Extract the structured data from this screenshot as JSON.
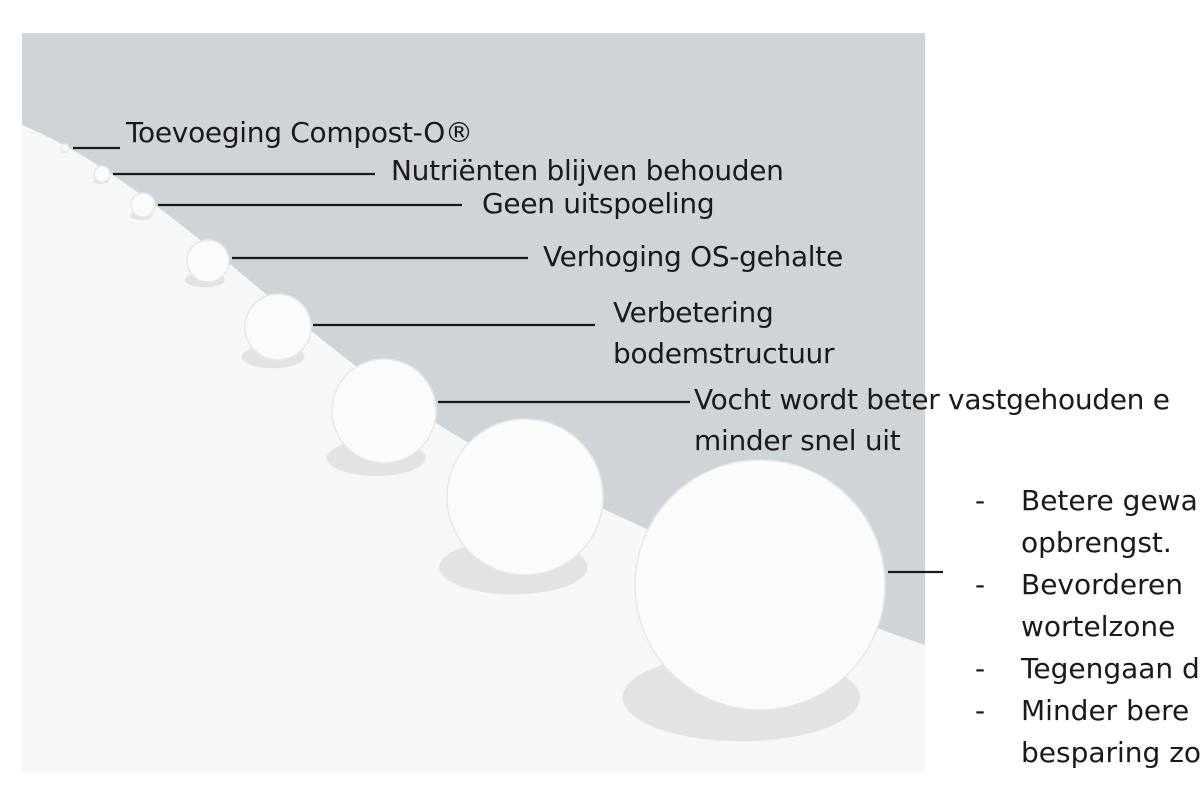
{
  "colors": {
    "sky": "#cfd4d8",
    "slope": "#f7f7f5",
    "ball": "#fbfbfa",
    "ball_shadow": "#e2e4e4",
    "line": "#1a1a1a"
  },
  "labels": [
    "Toevoeging Compost-O®",
    "Nutriënten blijven behouden",
    "Geen uitspoeling",
    "Verhoging OS-gehalte",
    "Verbetering",
    "bodemstructuur",
    "Vocht wordt beter vastgehouden e",
    "minder snel uit"
  ],
  "bullets": {
    "dash": "-",
    "items": [
      {
        "line1": "Betere gewa",
        "line2": "opbrengst."
      },
      {
        "line1": "Bevorderen",
        "line2": "wortelzone"
      },
      {
        "line1": "Tegengaan d"
      },
      {
        "line1": "Minder bere",
        "line2": "besparing zo"
      }
    ]
  }
}
